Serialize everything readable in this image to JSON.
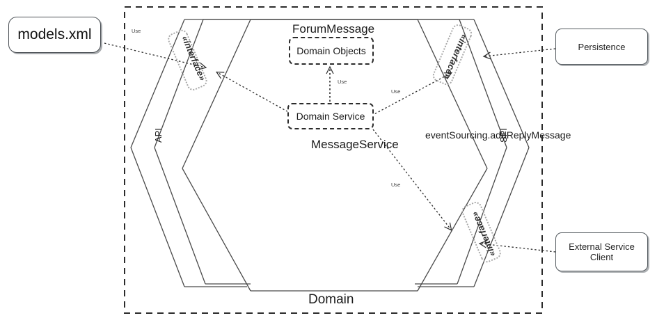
{
  "diagram": {
    "outer_frame_label": "Domain",
    "colors": {
      "stroke": "#2b2b2b",
      "hex_line": "#4a4a4a",
      "interface_dotted": "#a8a8a8",
      "external_border": "#555b60",
      "text": "#1a1a1a",
      "background": "#ffffff"
    },
    "hexagon": {
      "left_port_label": "API",
      "right_port_label": "SPI"
    },
    "core": {
      "title": "ForumMessage",
      "domain_objects_label": "Domain Objects",
      "domain_service_label": "Domain Service",
      "service_caption": "MessageService"
    },
    "event_label": "eventSourcing.addReplyMessage",
    "interfaces": [
      {
        "id": "api-interface",
        "label": "«interface»"
      },
      {
        "id": "spi-persistence-interface",
        "label": "«interface»"
      },
      {
        "id": "spi-external-interface",
        "label": "«interface»"
      }
    ],
    "dependencies": [
      {
        "id": "models-to-api",
        "label": "Use"
      },
      {
        "id": "service-to-domain-objects",
        "label": "Use"
      },
      {
        "id": "service-to-persistence",
        "label": "Use"
      },
      {
        "id": "service-to-external",
        "label": "Use"
      }
    ],
    "external_nodes": [
      {
        "id": "models-xml",
        "label": "models.xml"
      },
      {
        "id": "persistence",
        "label": "Persistence"
      },
      {
        "id": "external-service-client",
        "label": "External Service\nClient"
      }
    ]
  }
}
